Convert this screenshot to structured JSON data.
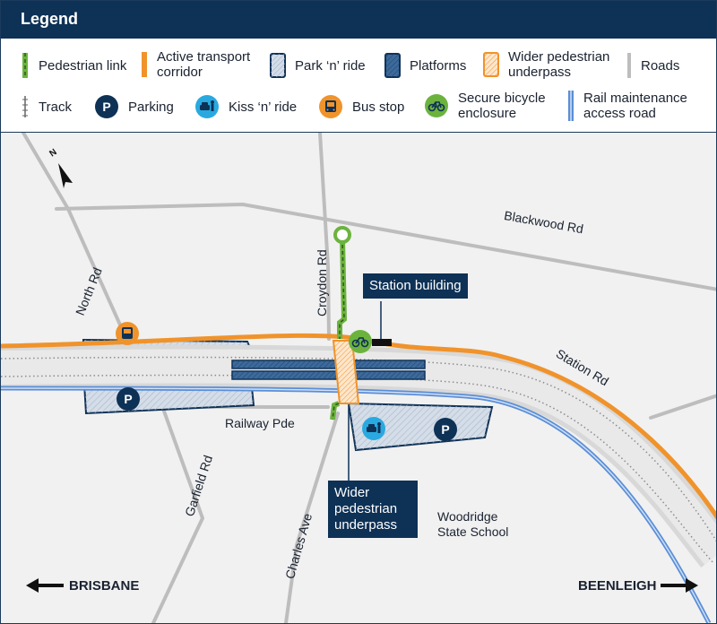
{
  "legend": {
    "title": "Legend",
    "items": {
      "pedestrian_link": "Pedestrian link",
      "active_transport": "Active transport corridor",
      "park_n_ride": "Park ‘n’ ride",
      "platforms": "Platforms",
      "wider_underpass": "Wider pedestrian underpass",
      "roads": "Roads",
      "track": "Track",
      "parking": "Parking",
      "kiss_n_ride": "Kiss ‘n’ ride",
      "bus_stop": "Bus stop",
      "bicycle": "Secure bicycle enclosure",
      "maintenance": "Rail maintenance access road"
    }
  },
  "colors": {
    "navy": "#0e3156",
    "orange": "#f0932b",
    "green": "#6cb33e",
    "blue": "#5b8ed6",
    "platform": "#3d6a9a",
    "parkfill": "#d4dde8",
    "road": "#bdbdbd"
  },
  "map": {
    "north": "N",
    "roads": {
      "north": "North Rd",
      "croydon": "Croydon Rd",
      "blackwood": "Blackwood Rd",
      "station": "Station Rd",
      "railway": "Railway Pde",
      "garfield": "Garfield Rd",
      "charles": "Charles Ave"
    },
    "school": "Woodridge State School",
    "station_building": "Station building",
    "underpass_callout": "Wider pedestrian underpass",
    "parking_symbol": "P",
    "directions": {
      "left": "BRISBANE",
      "right": "BEENLEIGH"
    }
  }
}
